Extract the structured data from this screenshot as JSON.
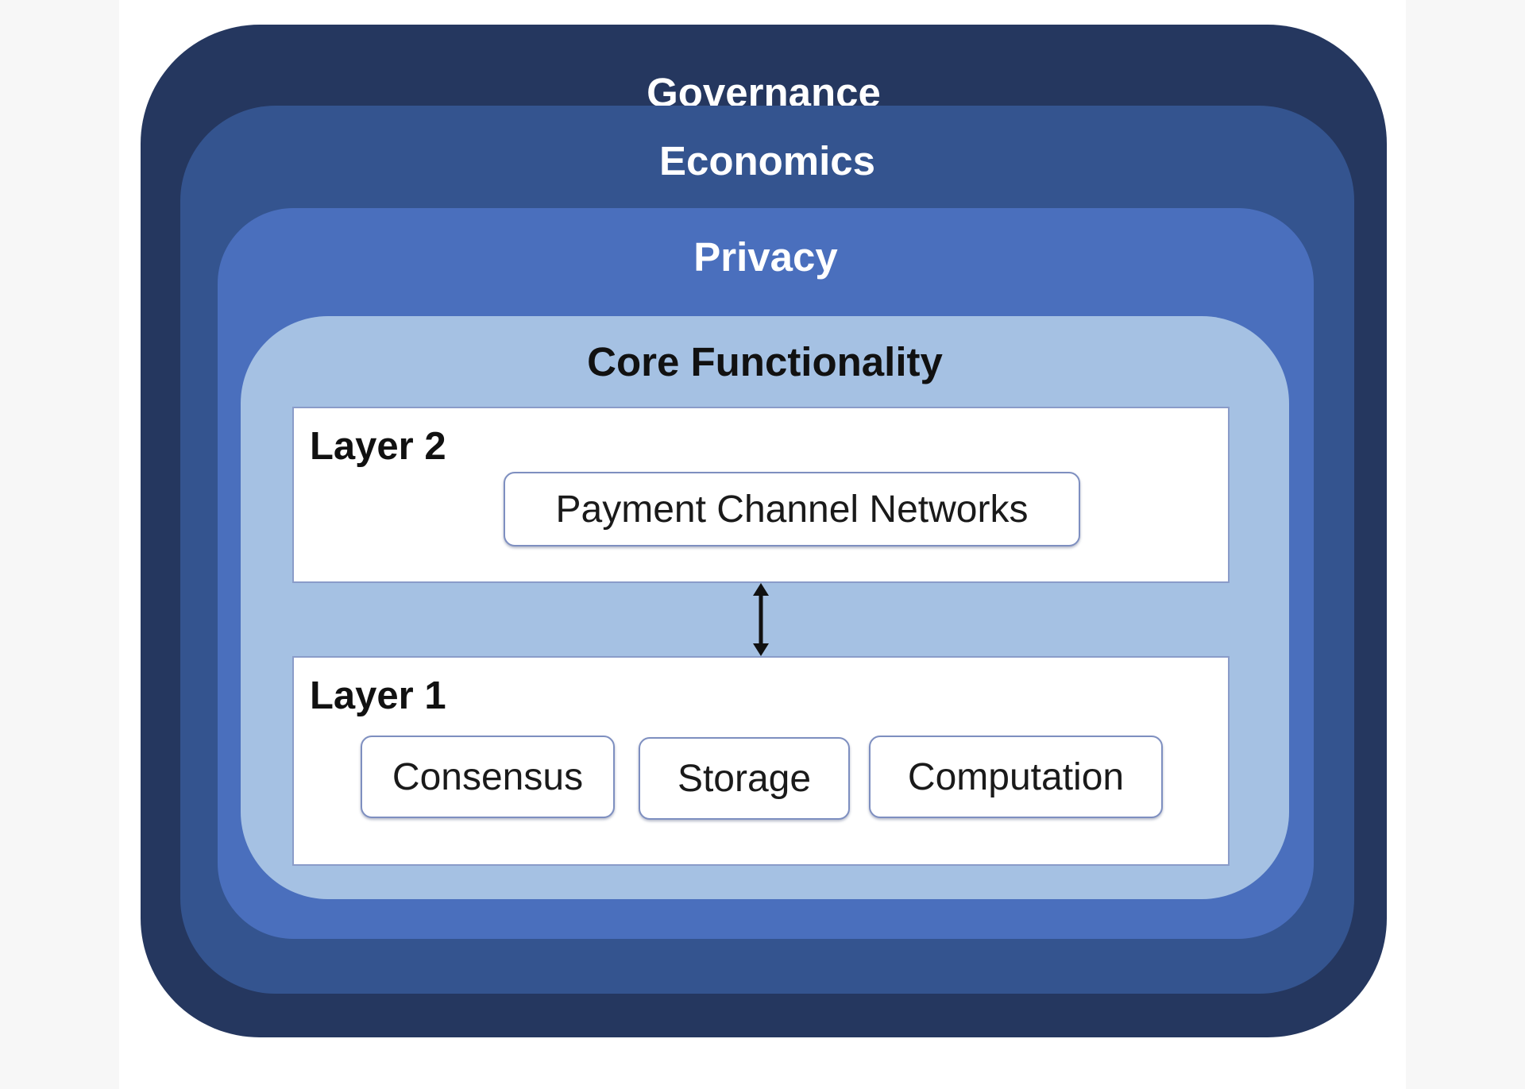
{
  "colors": {
    "page_background": "#ffffff",
    "side_band": "#f7f7f7",
    "governance": "#25375f",
    "economics": "#34548f",
    "privacy": "#4a6fbd",
    "core_functionality": "#a5c1e3",
    "layer_background": "#ffffff",
    "box_border": "#7e8fc0",
    "arrow": "#111111"
  },
  "rings": {
    "governance": {
      "label": "Governance"
    },
    "economics": {
      "label": "Economics"
    },
    "privacy": {
      "label": "Privacy"
    },
    "core": {
      "label": "Core Functionality"
    }
  },
  "layers": {
    "layer2": {
      "title": "Layer 2",
      "components": [
        "Payment Channel Networks"
      ]
    },
    "layer1": {
      "title": "Layer 1",
      "components": [
        "Consensus",
        "Storage",
        "Computation"
      ]
    }
  },
  "connector": {
    "type": "double-headed-arrow"
  }
}
